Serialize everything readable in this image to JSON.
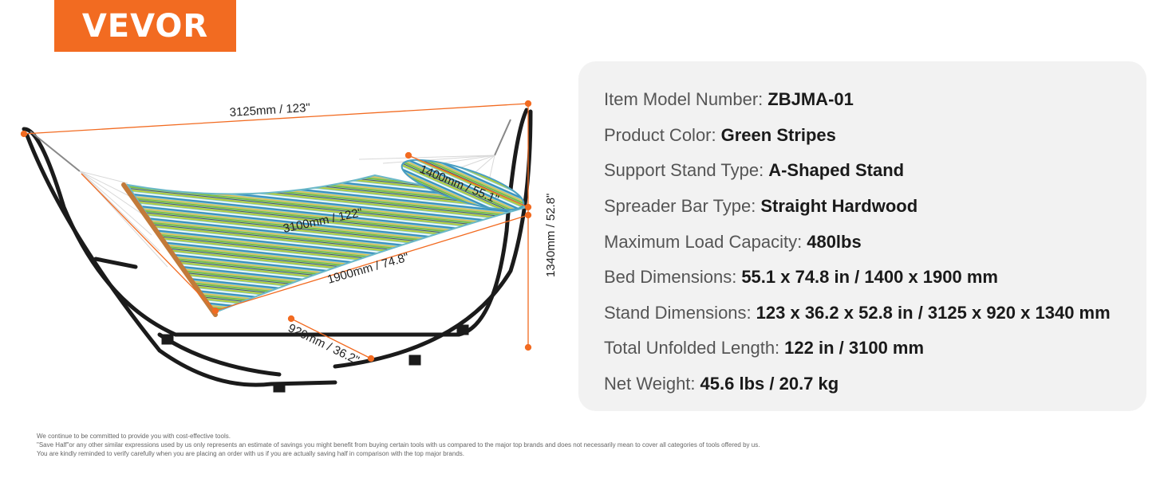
{
  "brand": {
    "logo_text": "VEVOR",
    "color": "#f26b21"
  },
  "diagram": {
    "dim_overall_length": "3125mm / 123\"",
    "dim_bed_width": "1400mm / 55.1\"",
    "dim_bed_length": "3100mm / 122\"",
    "dim_bed_inner": "1900mm / 74.8\"",
    "dim_height": "1340mm / 52.8\"",
    "dim_stand_width": "920mm / 36.2\""
  },
  "specs": [
    {
      "label": "Item Model Number:",
      "value": "ZBJMA-01"
    },
    {
      "label": "Product Color:",
      "value": "Green Stripes"
    },
    {
      "label": "Support Stand Type:",
      "value": "A-Shaped Stand"
    },
    {
      "label": "Spreader Bar Type:",
      "value": "Straight Hardwood"
    },
    {
      "label": "Maximum Load Capacity:",
      "value": "480lbs"
    },
    {
      "label": "Bed Dimensions:",
      "value": "55.1 x 74.8 in / 1400 x 1900 mm"
    },
    {
      "label": "Stand Dimensions:",
      "value": "123 x 36.2 x 52.8 in / 3125 x 920 x 1340 mm"
    },
    {
      "label": "Total Unfolded Length:",
      "value": "122 in / 3100 mm"
    },
    {
      "label": "Net Weight:",
      "value": "45.6 lbs / 20.7 kg"
    }
  ],
  "footnote": {
    "line1": "We continue to be committed to provide you with cost-effective tools.",
    "line2": "\"Save Half\"or any other similar expressions used by us only represents an estimate of savings you might benefit from buying certain tools with us compared to the major top brands and does not necessarily mean to cover all categories of tools offered by us.",
    "line3": "You are kindly reminded to verify carefully when you are placing an order with us if you are actually saving half in comparison with the top major brands."
  }
}
